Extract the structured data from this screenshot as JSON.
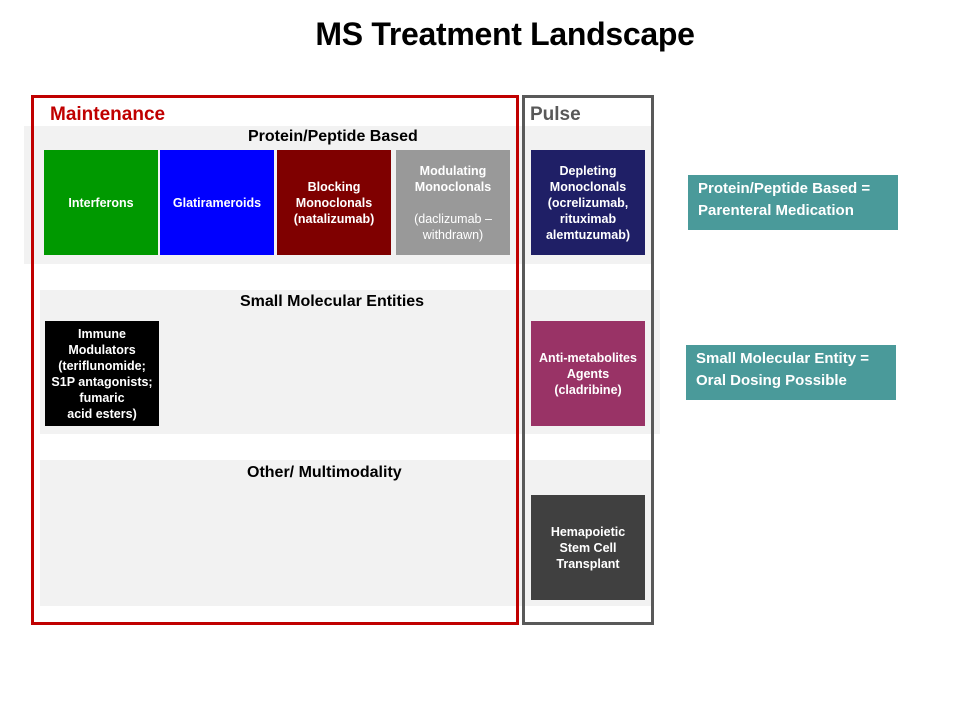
{
  "title": "MS Treatment Landscape",
  "frames": {
    "maintenance": {
      "label": "Maintenance",
      "color": "#c00000"
    },
    "pulse": {
      "label": "Pulse",
      "color": "#595959"
    }
  },
  "bands": {
    "protein": "Protein/Peptide Based",
    "small": "Small Molecular Entities",
    "other": "Other/ Multimodality"
  },
  "boxes": {
    "interferons": {
      "text": "Interferons",
      "color": "#009900"
    },
    "glatirameroids": {
      "text": "Glatirameroids",
      "color": "#0000ff"
    },
    "blocking": {
      "text": "Blocking\nMonoclonals\n(natalizumab)",
      "color": "#7f0000"
    },
    "modulating": {
      "title": "Modulating\nMonoclonals",
      "sub": "(daclizumab –\nwithdrawn)",
      "color": "#999999"
    },
    "depleting": {
      "text": "Depleting\nMonoclonals\n(ocrelizumab,\nrituximab\nalemtuzumab)",
      "color": "#1f1f66"
    },
    "immune": {
      "text": "Immune\nModulators\n(teriflunomide;\nS1P antagonists;\nfumaric\nacid esters)",
      "color": "#000000"
    },
    "antimetabolites": {
      "text": "Anti-metabolites\nAgents\n(cladribine)",
      "color": "#993366"
    },
    "hsct": {
      "text": "Hemapoietic\nStem Cell\nTransplant",
      "color": "#404040"
    }
  },
  "notes": {
    "protein": {
      "text": "Protein/Peptide Based =\nParenteral Medication",
      "color": "#4a9a9a"
    },
    "small": {
      "text": "Small Molecular Entity =\nOral Dosing Possible",
      "color": "#4a9a9a"
    }
  }
}
